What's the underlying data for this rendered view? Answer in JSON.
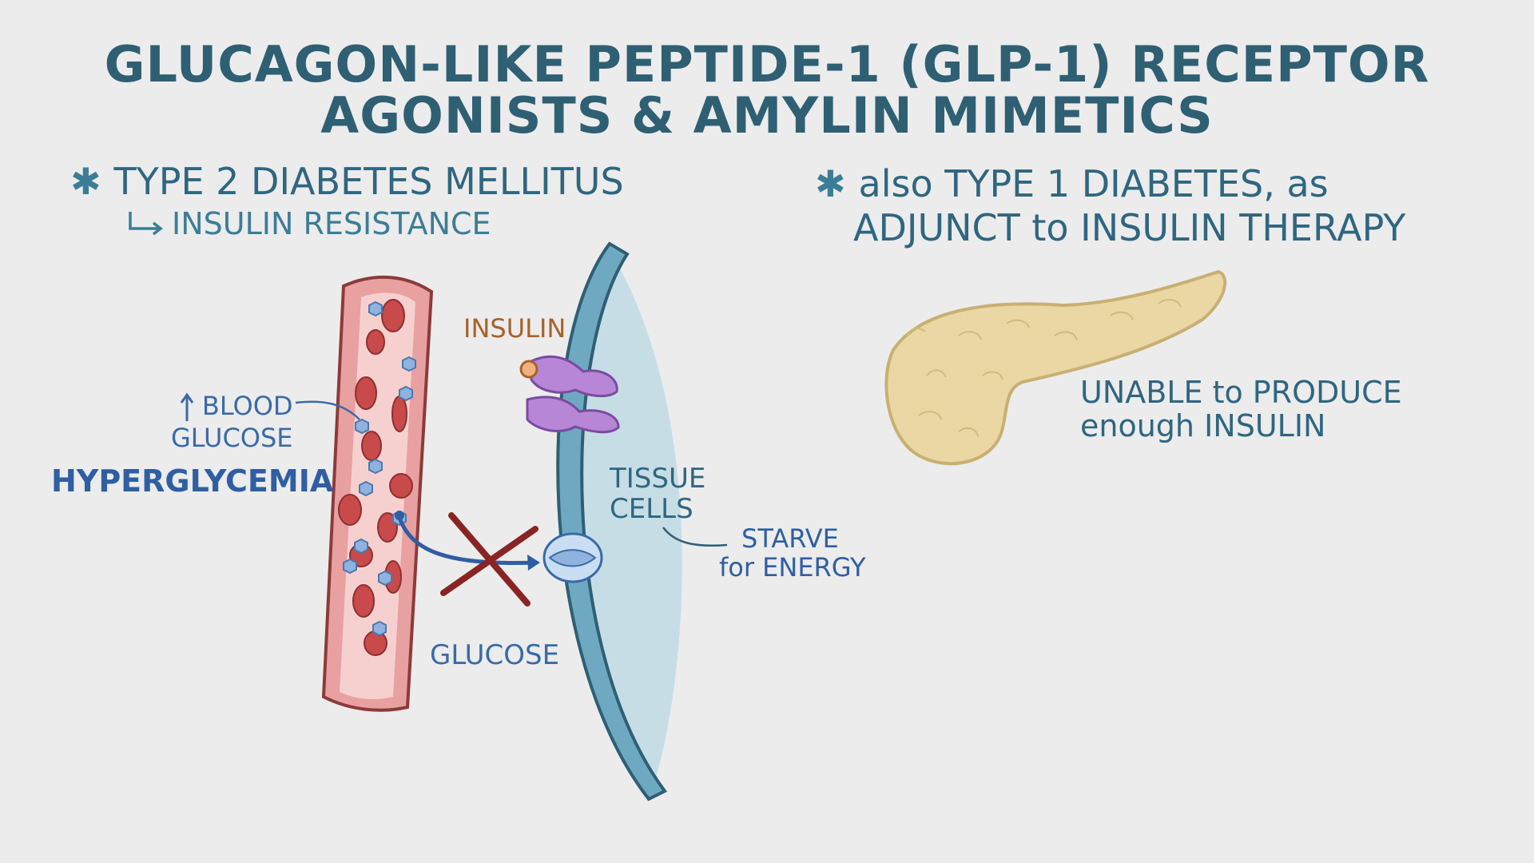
{
  "title": {
    "line1": "GLUCAGON-LIKE PEPTIDE-1 (GLP-1) RECEPTOR",
    "line2": "AGONISTS & AMYLIN MIMETICS"
  },
  "left": {
    "bullet": "TYPE 2 DIABETES MELLITUS",
    "sub": "INSULIN RESISTANCE",
    "labels": {
      "insulin": "INSULIN",
      "blood_glucose_line1": "BLOOD",
      "blood_glucose_line2": "GLUCOSE",
      "hyperglycemia": "HYPERGLYCEMIA",
      "tissue_line1": "TISSUE",
      "tissue_line2": "CELLS",
      "starve_line1": "STARVE",
      "starve_line2": "for ENERGY",
      "glucose": "GLUCOSE"
    }
  },
  "right": {
    "bullet_line1": "also TYPE 1 DIABETES, as",
    "bullet_line2": "ADJUNCT to INSULIN THERAPY",
    "note_line1": "UNABLE to PRODUCE",
    "note_line2": "enough INSULIN"
  },
  "icons": {
    "bullet": "asterisk-icon",
    "sub_arrow": "return-arrow-icon",
    "up_arrow": "up-arrow-icon"
  },
  "colors": {
    "background": "#ececec",
    "title": "#2f5f73",
    "vessel_wall": "#e8a0a0",
    "vessel_lumen": "#f6d0cf",
    "red_cell": "#c94a4a",
    "glucose": "#8fb3de",
    "membrane": "#6fa9c1",
    "cell_interior": "#c6dde6",
    "insulin_receptor": "#b786d6",
    "x_mark": "#8a2424",
    "pancreas": "#ead7a4"
  }
}
